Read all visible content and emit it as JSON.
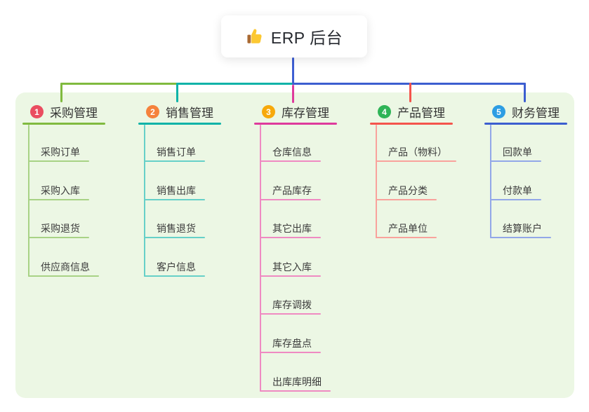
{
  "root": {
    "label": "ERP 后台",
    "icon": "thumbs-up-icon"
  },
  "colors": {
    "background": "#ffffff",
    "panel": "#ecf7e4",
    "root_line": "#3e5fd3",
    "root_text": "#25282e",
    "branch_text": "#333333",
    "child_text": "#3b3b3b",
    "thumb_hand": "#fcc832",
    "thumb_cuff": "#aa6a33"
  },
  "branches": [
    {
      "number": "1",
      "label": "采购管理",
      "badge_color": "#ea4d60",
      "line_color": "#80ba3f",
      "child_line_color": "#a8d285",
      "children": [
        "采购订单",
        "采购入库",
        "采购退货",
        "供应商信息"
      ]
    },
    {
      "number": "2",
      "label": "销售管理",
      "badge_color": "#f5823c",
      "line_color": "#0db3a8",
      "child_line_color": "#66d0c8",
      "children": [
        "销售订单",
        "销售出库",
        "销售退货",
        "客户信息"
      ]
    },
    {
      "number": "3",
      "label": "库存管理",
      "badge_color": "#f7a90b",
      "line_color": "#de3a9c",
      "child_line_color": "#ef8ac2",
      "children": [
        "仓库信息",
        "产品库存",
        "其它出库",
        "其它入库",
        "库存调拨",
        "库存盘点",
        "出库库明细"
      ]
    },
    {
      "number": "4",
      "label": "产品管理",
      "badge_color": "#2fb457",
      "line_color": "#f4544c",
      "child_line_color": "#f9a29c",
      "children": [
        "产品（物料）",
        "产品分类",
        "产品单位"
      ]
    },
    {
      "number": "5",
      "label": "财务管理",
      "badge_color": "#2d9de3",
      "line_color": "#3c5ed0",
      "child_line_color": "#92a7e8",
      "children": [
        "回款单",
        "付款单",
        "结算账户"
      ]
    }
  ]
}
